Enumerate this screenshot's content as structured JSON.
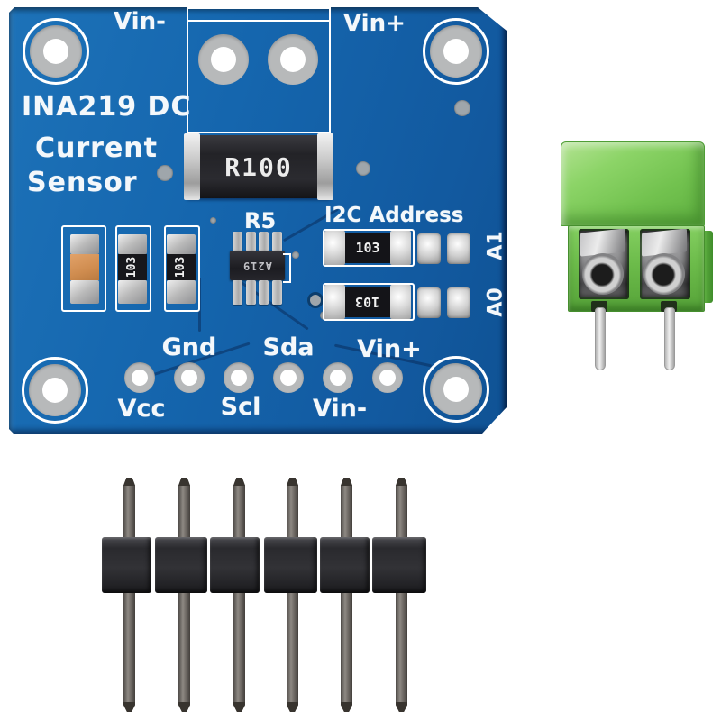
{
  "photo": {
    "background_color": "#ffffff"
  },
  "pcb": {
    "board_color": "#1565ac",
    "silkscreen_color": "#ffffff",
    "labels": {
      "vin_minus_top": "Vin-",
      "vin_plus_top": "Vin+",
      "title_line1": "INA219 DC",
      "title_line2": "Current",
      "title_line3": "Sensor",
      "ic_designator": "R5",
      "i2c_heading": "I2C Address",
      "addr_a1": "A1",
      "addr_a0": "A0",
      "pin_top_row": [
        "Gnd",
        "Sda",
        "Vin+"
      ],
      "pin_bottom_row": [
        "Vcc",
        "Scl",
        "Vin-"
      ]
    },
    "markings": {
      "shunt_resistor": "R100",
      "smd_resistor": "103",
      "ic_chip": "A219"
    },
    "colors": {
      "pad_ring": "#b7b9ba",
      "pad_hole": "#ffffff",
      "shunt_body": "#26262a",
      "capacitor_body": "#d1904f"
    }
  },
  "terminal_block": {
    "positions": 2,
    "body_color": "#6cbb4a",
    "clamp_color": "#9a9a9c",
    "pin_color": "#d9d9d9"
  },
  "pin_header": {
    "pins": 6,
    "plastic_color": "#2a2a2e",
    "pin_color": "#716c67"
  }
}
